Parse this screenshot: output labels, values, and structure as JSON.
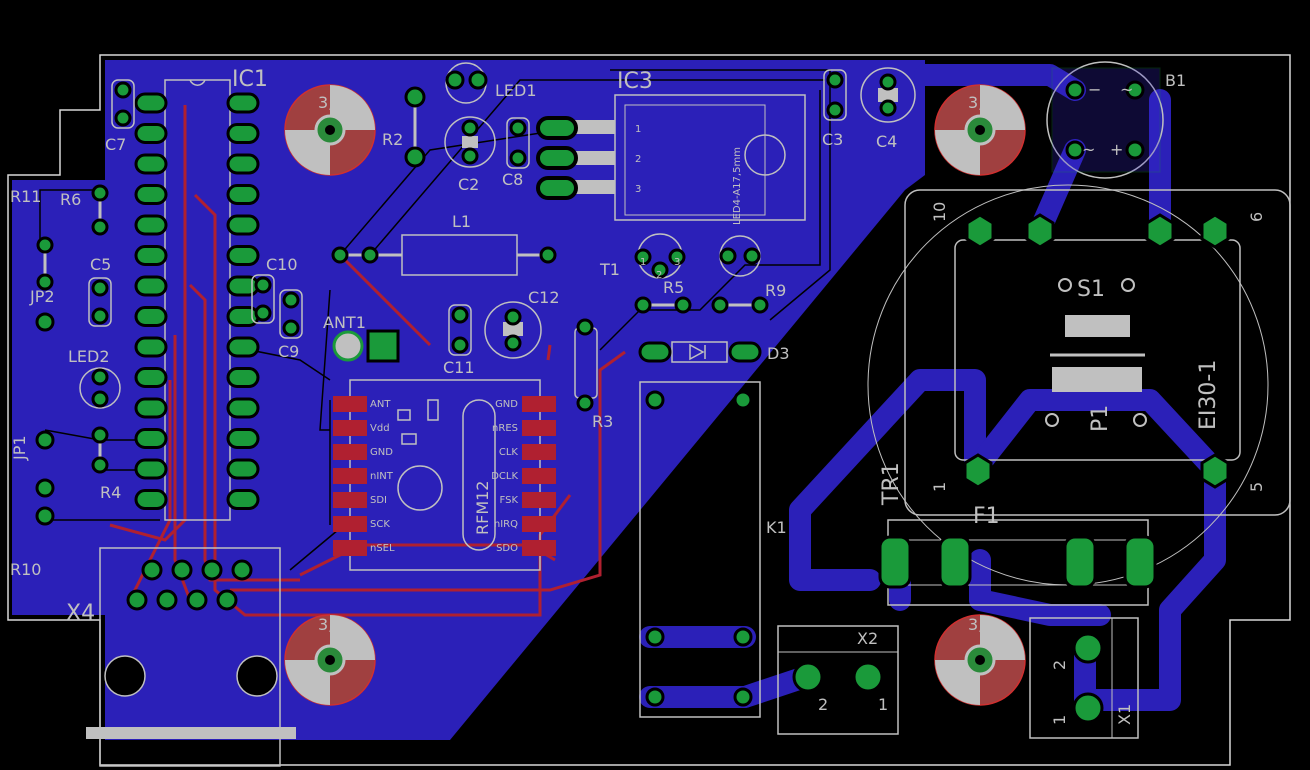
{
  "colors": {
    "background": "#000000",
    "copper_bottom": "#2b20b8",
    "copper_top": "#b02030",
    "pad": "#1a9a3a",
    "silk": "#c0c0c0",
    "outline": "#d8d8d8"
  },
  "labels": {
    "ic1": "IC1",
    "ic3": "IC3",
    "led1": "LED1",
    "led2": "LED2",
    "r2": "R2",
    "c2": "C2",
    "c8": "C8",
    "c7": "C7",
    "r11": "R11",
    "r6": "R6",
    "c5": "C5",
    "c10": "C10",
    "c9": "C9",
    "jp2": "JP2",
    "jp1": "JP1",
    "r4": "R4",
    "r10": "R10",
    "x4": "X4",
    "l1": "L1",
    "ant1": "ANT1",
    "c11": "C11",
    "c12": "C12",
    "rfm12": "RFM12",
    "r3": "R3",
    "c3": "C3",
    "c4": "C4",
    "t1": "T1",
    "r5": "R5",
    "r9": "R9",
    "d3": "D3",
    "k1": "K1",
    "x2": "X2",
    "x1": "X1",
    "b1": "B1",
    "s1": "S1",
    "p1": "P1",
    "ei30": "EI30-1",
    "tr1": "TR1",
    "f1": "F1",
    "led4": "LED4-A17,5mm",
    "hole": "3,0"
  },
  "rfm12_pins_left": [
    "ANT",
    "Vdd",
    "GND",
    "nINT",
    "SDI",
    "SCK",
    "nSEL"
  ],
  "rfm12_pins_right": [
    "GND",
    "nRES",
    "CLK",
    "DCLK",
    "FSK",
    "nIRQ",
    "SDO"
  ],
  "pin_numbers": {
    "ic3": [
      "1",
      "2",
      "3"
    ],
    "t1": [
      "1",
      "2",
      "3"
    ],
    "tr_left_top": "10",
    "tr_right_top": "6",
    "tr_left_bottom": "1",
    "tr_right_bottom": "5",
    "x2_left": "2",
    "x2_right": "1",
    "x1_top": "2",
    "x1_bottom": "1",
    "b1_minus": "−",
    "b1_tilde": "~",
    "b1_plus": "+"
  }
}
